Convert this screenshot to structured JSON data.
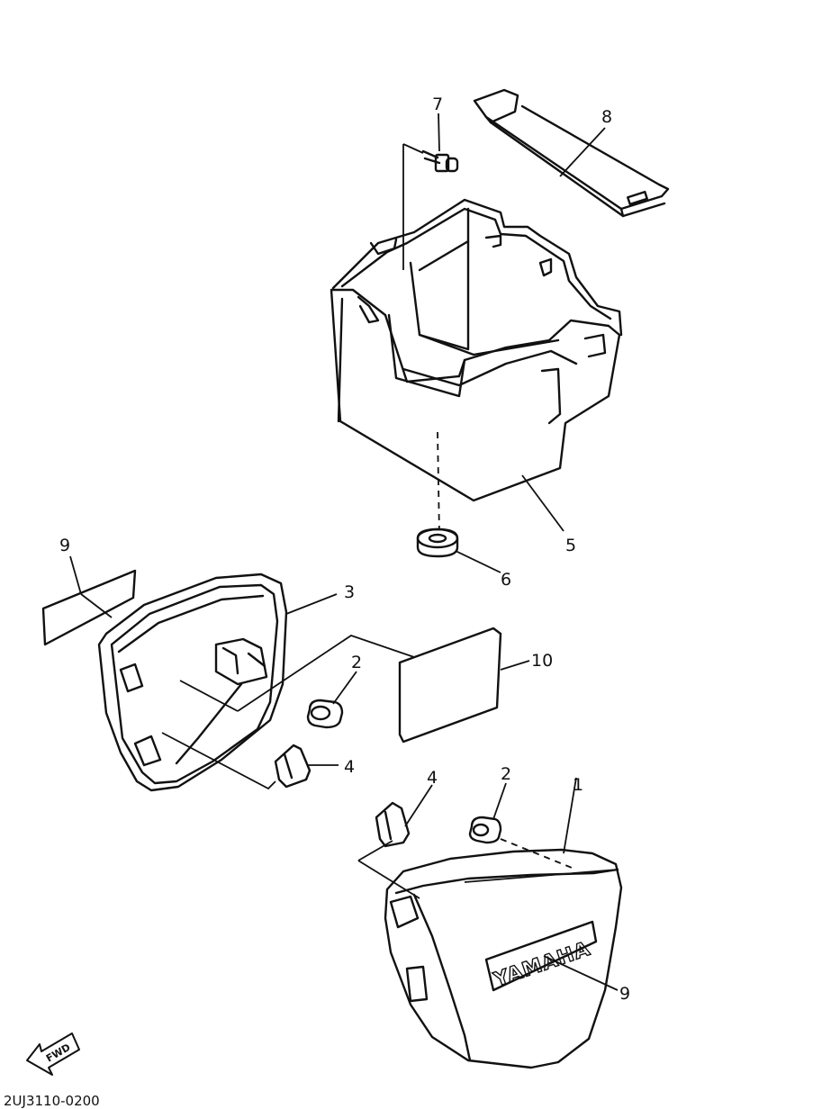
{
  "callouts": {
    "c1": "1",
    "c2a": "2",
    "c2b": "2",
    "c3": "3",
    "c4a": "4",
    "c4b": "4",
    "c5": "5",
    "c6": "6",
    "c7": "7",
    "c8": "8",
    "c9a": "9",
    "c9b": "9",
    "c10": "10"
  },
  "emblem_text": "YAMAHA",
  "fwd_label": "FWD",
  "diagram_code": "2UJ3110-0200"
}
